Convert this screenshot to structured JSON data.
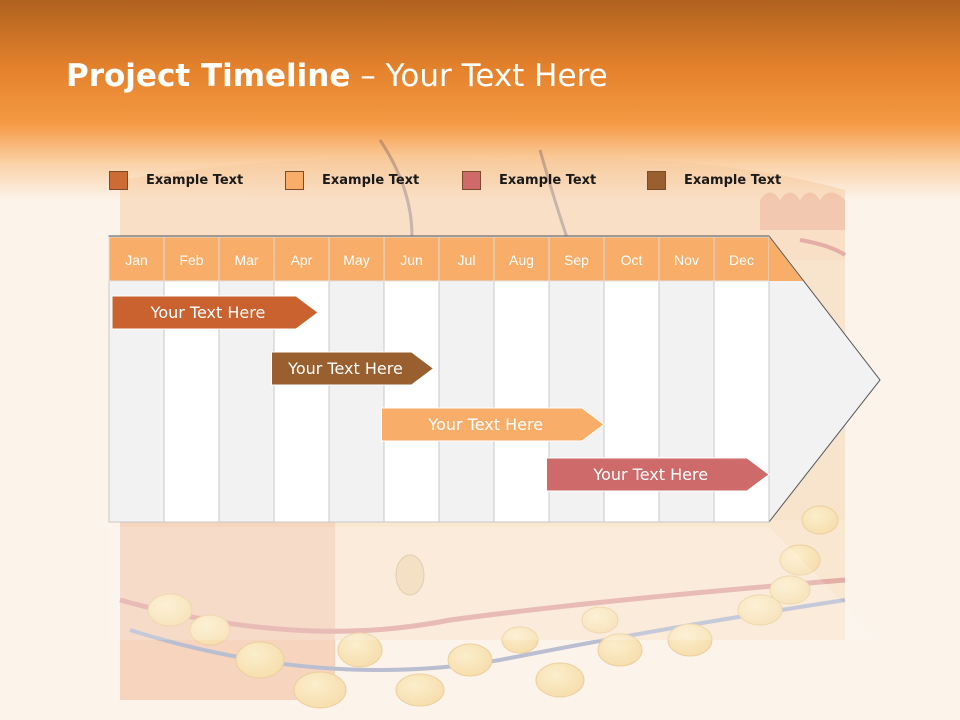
{
  "title": {
    "bold": "Project Timeline",
    "rest": " – Your Text Here"
  },
  "legend": [
    {
      "label": "Example Text",
      "color": "#cc6b33"
    },
    {
      "label": "Example Text",
      "color": "#f8ad68"
    },
    {
      "label": "Example Text",
      "color": "#cf6a6a"
    },
    {
      "label": "Example Text",
      "color": "#9a5f2f"
    }
  ],
  "months": [
    "Jan",
    "Feb",
    "Mar",
    "Apr",
    "May",
    "Jun",
    "Jul",
    "Aug",
    "Sep",
    "Oct",
    "Nov",
    "Dec"
  ],
  "tasks": [
    {
      "label": "Your  Text Here",
      "start_month": 1,
      "end_month": 3.8,
      "color": "#c9622e",
      "row": 0
    },
    {
      "label": "Your  Text Here",
      "start_month": 3.9,
      "end_month": 5.9,
      "color": "#9a5f2f",
      "row": 1
    },
    {
      "label": "Your  Text Here",
      "start_month": 5.9,
      "end_month": 9.0,
      "color": "#f8ad68",
      "row": 2
    },
    {
      "label": "Your  Text Here",
      "start_month": 8.9,
      "end_month": 12.0,
      "color": "#cf6a6a",
      "row": 3
    }
  ],
  "colors": {
    "header_band": "#f8ad68",
    "col_light": "#f2f2f2",
    "col_white": "#ffffff",
    "grid_line": "#c8c8c8"
  }
}
